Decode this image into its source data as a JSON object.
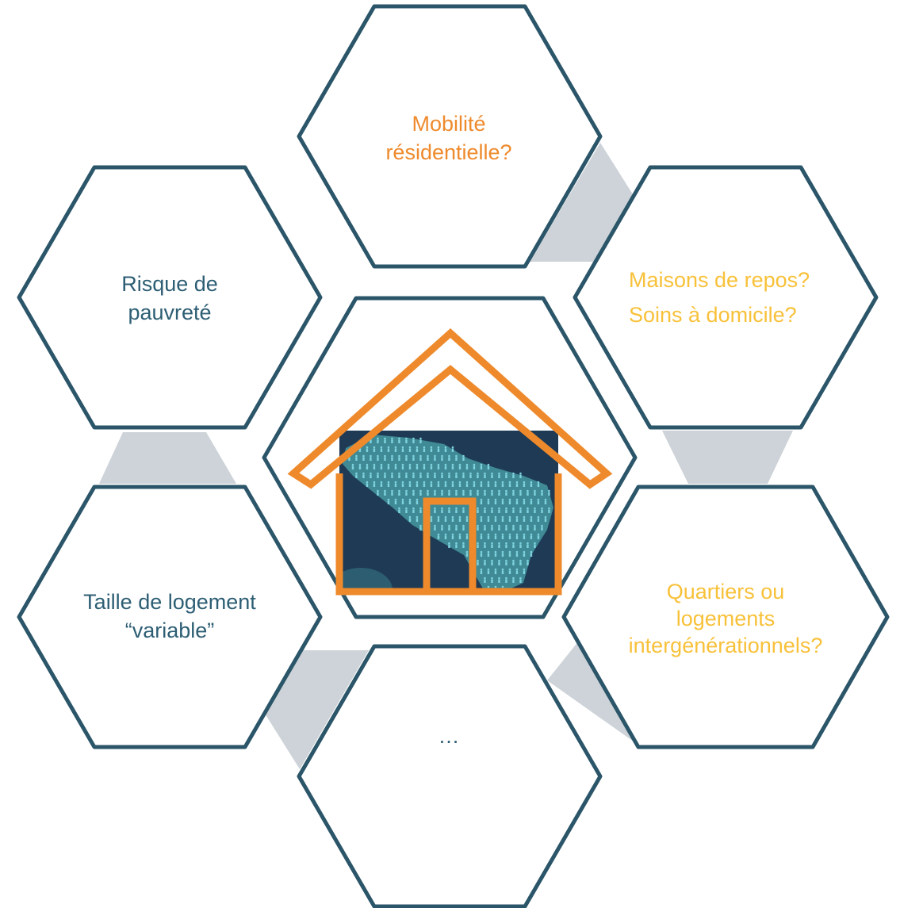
{
  "colors": {
    "hex_stroke": "#2B5569",
    "connector": "#CDD3D8",
    "label_teal": "#2D5E74",
    "label_orange": "#EE8A2C",
    "label_yellow": "#F8C13A",
    "house_orange": "#EE8A2C",
    "map_background": "#1E3A55",
    "map_land": "#3F8A95",
    "person_icon": "#7FD3DF"
  },
  "hexagons": {
    "top": {
      "lines": [
        "Mobilité",
        "résidentielle?"
      ]
    },
    "left_upper": {
      "lines": [
        "Risque de",
        "pauvreté"
      ]
    },
    "right_upper": {
      "lines": [
        "Maisons de repos?",
        "Soins à domicile?"
      ]
    },
    "left_lower": {
      "lines": [
        "Taille de logement",
        "“variable”"
      ]
    },
    "right_lower": {
      "lines": [
        "Quartiers ou",
        "logements",
        "intergénérationnels?"
      ]
    },
    "bottom": {
      "lines": [
        "…"
      ]
    }
  },
  "center": {
    "icon": "house-with-population-map-icon"
  }
}
